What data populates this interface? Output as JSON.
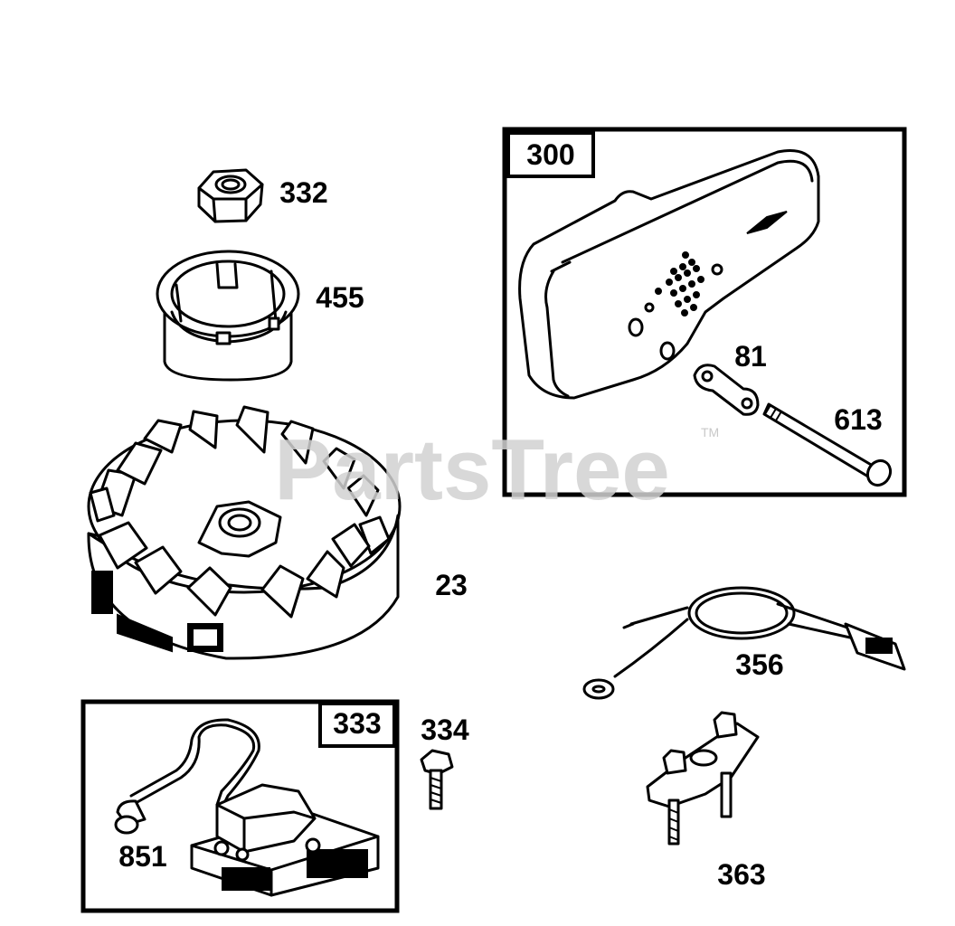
{
  "watermark": {
    "text": "PartsTree",
    "trademark": "TM"
  },
  "callouts": {
    "muffler_kit": "300",
    "armature_kit": "333",
    "nut": "332",
    "cup": "455",
    "gasket": "81",
    "screw_613": "613",
    "flywheel": "23",
    "ground_wire": "356",
    "screw_334": "334",
    "spark_plug_wire": "851",
    "bracket": "363"
  },
  "colors": {
    "ink": "#000000",
    "paper": "#ffffff",
    "watermark": "#d2d2d2"
  }
}
